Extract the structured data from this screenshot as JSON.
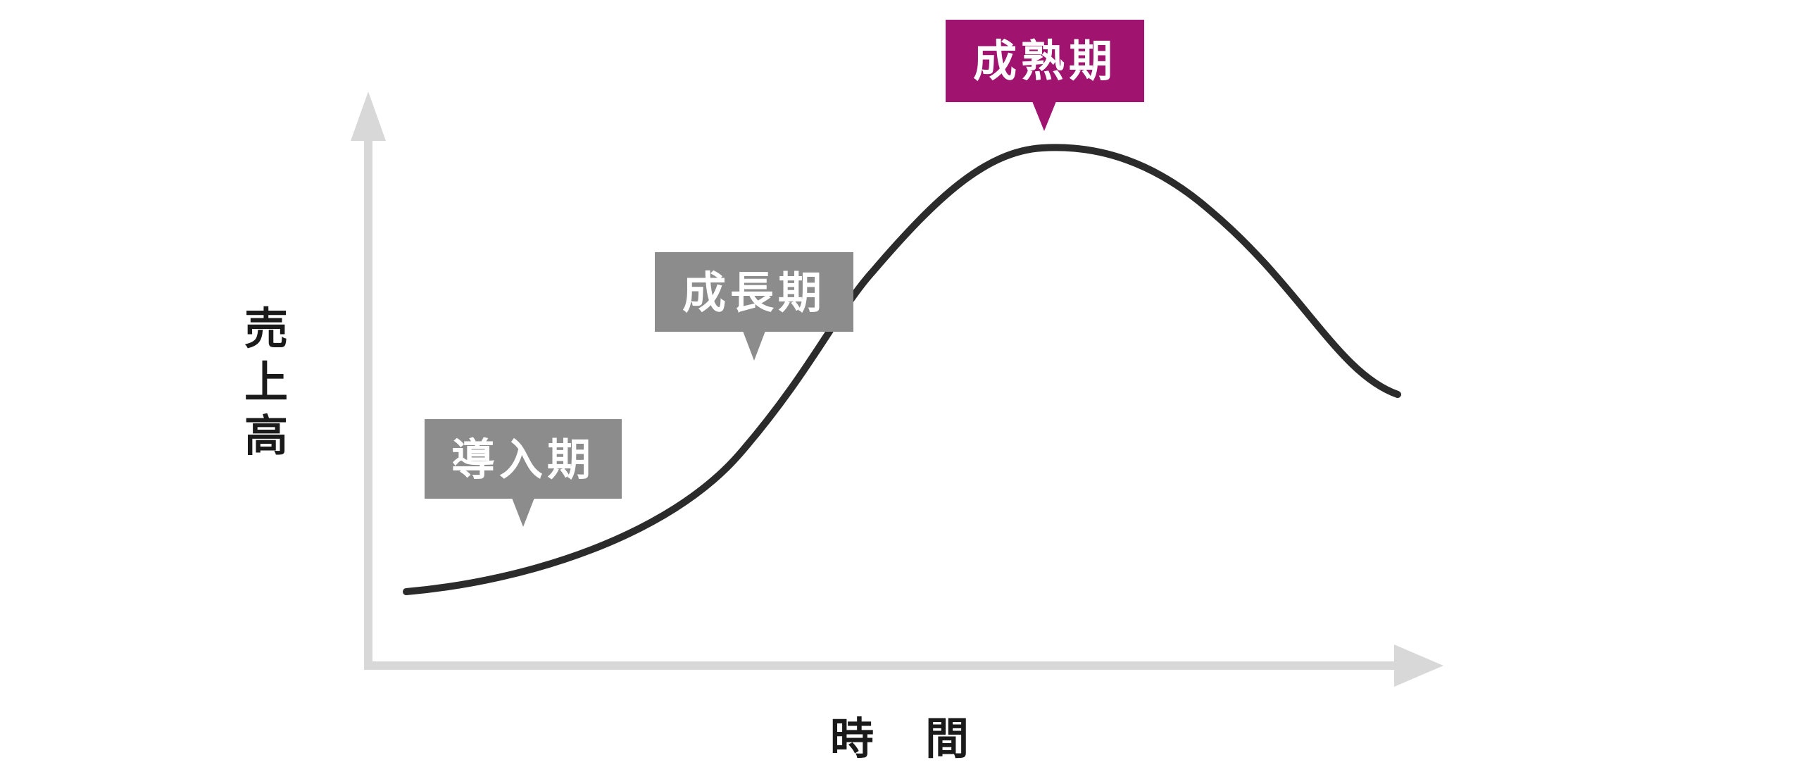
{
  "y_axis": {
    "label_chars": [
      "売",
      "上",
      "高"
    ]
  },
  "x_axis": {
    "label_chars": [
      "時",
      "間"
    ]
  },
  "stages": {
    "introduction": {
      "label": "導入期",
      "color": "#8c8c8c"
    },
    "growth": {
      "label": "成長期",
      "color": "#8c8c8c"
    },
    "maturity": {
      "label": "成熟期",
      "color": "#a0136e"
    }
  },
  "colors": {
    "axis": "#d8d8d8",
    "curve": "#2b2b2b",
    "highlight": "#a0136e",
    "neutral": "#8c8c8c"
  }
}
